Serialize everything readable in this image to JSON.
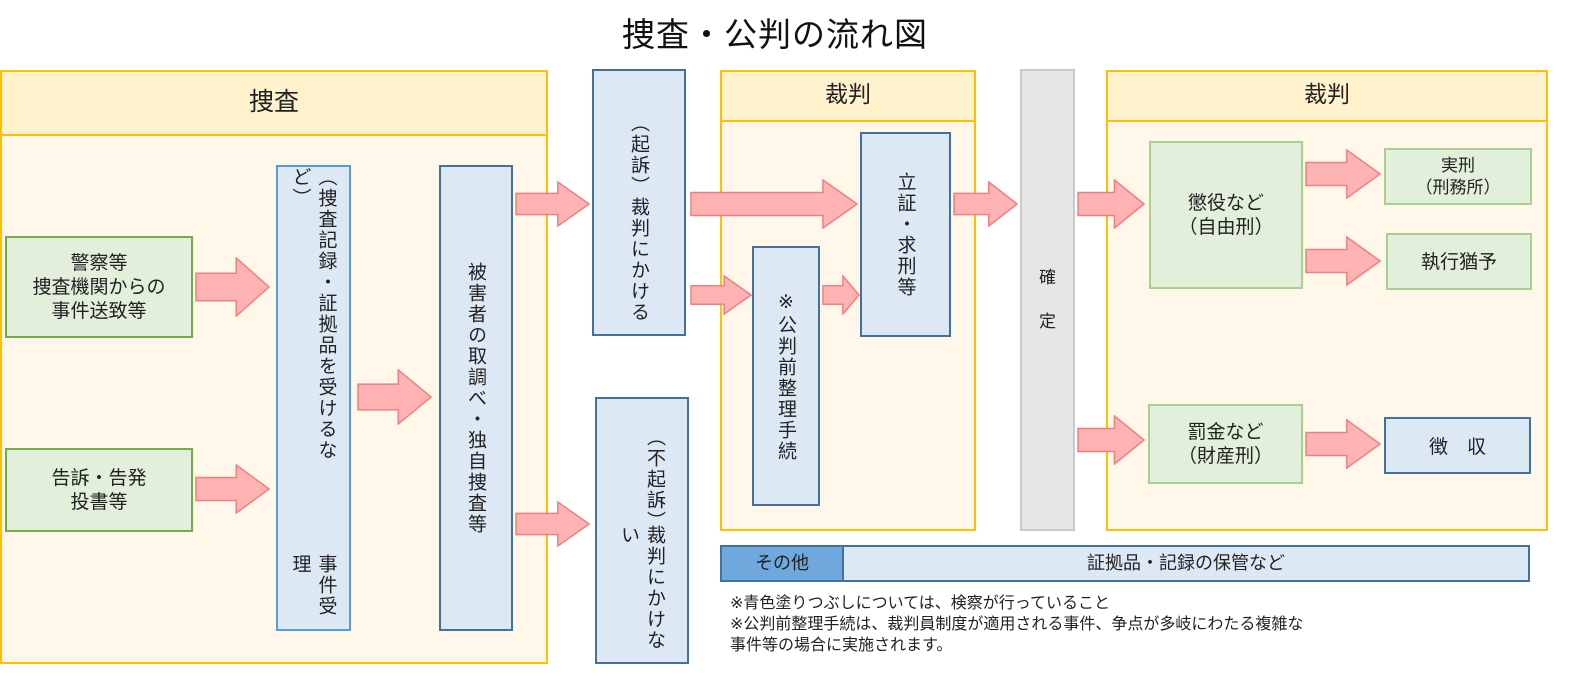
{
  "title": "捜査・公判の流れ図",
  "colors": {
    "section_border": "#ffc000",
    "section_header": "#fff2cc",
    "section_body": "#fff8ea",
    "prosecutor_box": "#dde8f5",
    "prosecutor_border": "#41719c",
    "green_box": "#e2efda",
    "arrow_fill": "#ffb3b3",
    "arrow_stroke": "#f08080",
    "confirm_bar": "#e6e6e6",
    "other_label_bg": "#6fa8dc"
  },
  "sections": {
    "investigation": {
      "header": "捜査"
    },
    "trial1": {
      "header": "裁判"
    },
    "trial2": {
      "header": "裁判"
    }
  },
  "nodes": {
    "police": "警察等\n捜査機関からの\n事件送致等",
    "complaint": "告訴・告発\n投書等",
    "case_receipt": {
      "line1": "事件受理",
      "line2": "（捜査記録・証拠品を受けるなど）"
    },
    "victim_interview": "被害者の取調べ・独自捜査等",
    "indict": {
      "line1": "裁判にかける",
      "line2": "（起訴）"
    },
    "no_indict": {
      "line1": "裁判にかけない",
      "line2": "（不起訴）"
    },
    "pretrial": "※公判前整理手続",
    "proof": "立証・求刑等",
    "confirm": [
      "確",
      "定"
    ],
    "imprisonment": "懲役など\n（自由刑）",
    "actual_sentence": "実刑\n（刑務所）",
    "suspended": "執行猶予",
    "fine": "罰金など\n（財産刑）",
    "collection": "徴　収"
  },
  "other": {
    "label": "その他",
    "value": "証拠品・記録の保管など"
  },
  "notes": [
    "※青色塗りつぶしについては、検察が行っていること",
    "※公判前整理手続は、裁判員制度が適用される事件、争点が多岐にわたる複雑な",
    "事件等の場合に実施されます。"
  ]
}
